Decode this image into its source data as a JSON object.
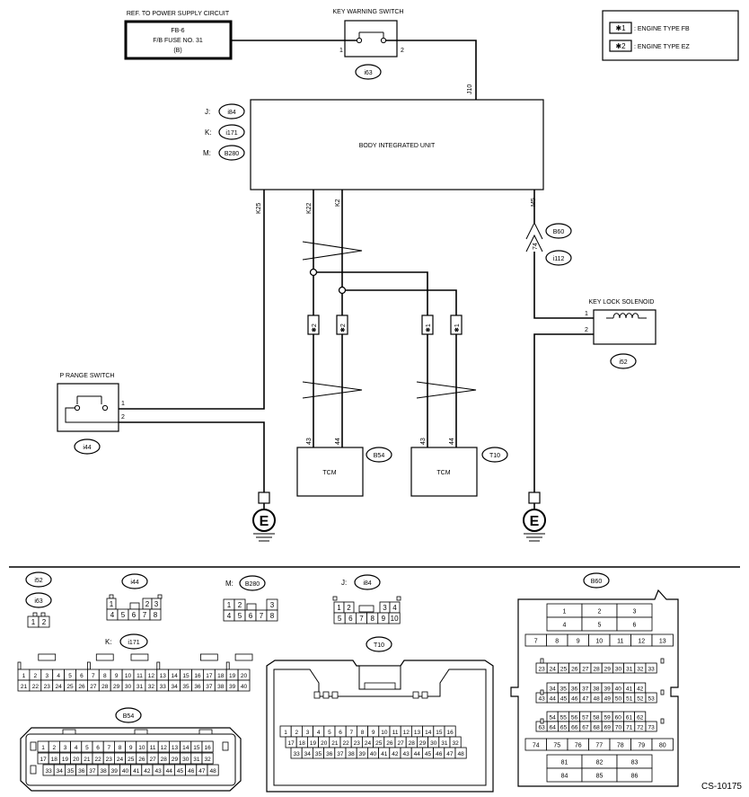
{
  "power_ref": {
    "header": "REF. TO POWER SUPPLY CIRCUIT",
    "line1": "FB-6",
    "line2": "F/B FUSE NO. 31",
    "line3": "(B)"
  },
  "key_warning_switch": {
    "label": "KEY WARNING SWITCH",
    "pin_left": "1",
    "pin_right": "2",
    "connector": "i63"
  },
  "legend": [
    {
      "mark": "✱1",
      "text": ": ENGINE TYPE FB"
    },
    {
      "mark": "✱2",
      "text": ": ENGINE TYPE EZ"
    }
  ],
  "biu": {
    "label": "BODY INTEGRATED UNIT",
    "connectors": [
      {
        "prefix": "J:",
        "id": "i84"
      },
      {
        "prefix": "K:",
        "id": "i171"
      },
      {
        "prefix": "M:",
        "id": "B280"
      }
    ],
    "pins": {
      "j10": "J10",
      "k25": "K25",
      "k22": "K22",
      "k2": "K2",
      "m5": "M5"
    }
  },
  "junction": {
    "pin": "74",
    "conn_top": "B60",
    "conn_bottom": "i112"
  },
  "key_lock_solenoid": {
    "label": "KEY LOCK SOLENOID",
    "pin1": "1",
    "pin2": "2",
    "connector": "i52"
  },
  "p_range_switch": {
    "label": "P RANGE SWITCH",
    "pin1": "1",
    "pin2": "2",
    "connector": "i44"
  },
  "stars": {
    "s1": "✱1",
    "s2": "✱2"
  },
  "tcm": [
    {
      "label": "TCM",
      "pin_a": "43",
      "pin_b": "44",
      "connector": "B54"
    },
    {
      "label": "TCM",
      "pin_a": "43",
      "pin_b": "44",
      "connector": "T10"
    }
  ],
  "ground": {
    "symbol": "E"
  },
  "connector_views": {
    "i52": "i52",
    "i63": {
      "label": "i63",
      "pins": [
        "1",
        "2"
      ]
    },
    "i44": {
      "label": "i44",
      "rows": [
        [
          "1",
          "2",
          "3"
        ],
        [
          "4",
          "5",
          "6",
          "7",
          "8"
        ]
      ]
    },
    "B280": {
      "prefix": "M:",
      "label": "B280",
      "rows": [
        [
          "1",
          "2",
          "3"
        ],
        [
          "4",
          "5",
          "6",
          "7",
          "8"
        ]
      ]
    },
    "i84": {
      "prefix": "J:",
      "label": "i84",
      "rows": [
        [
          "1",
          "2",
          "3",
          "4"
        ],
        [
          "5",
          "6",
          "7",
          "8",
          "9",
          "10"
        ]
      ]
    },
    "i171": {
      "prefix": "K:",
      "label": "i171"
    },
    "T10": "T10",
    "B54": "B54",
    "B60": {
      "label": "B60",
      "rows": [
        [
          "1",
          "2",
          "3"
        ],
        [
          "4",
          "5",
          "6"
        ],
        [
          "7",
          "8",
          "9",
          "10",
          "11",
          "12",
          "13"
        ],
        [
          "23",
          "24",
          "25",
          "26",
          "27",
          "28",
          "29",
          "30",
          "31",
          "32",
          "33"
        ],
        [
          "34",
          "35",
          "36",
          "37",
          "38",
          "39",
          "40",
          "41",
          "42"
        ],
        [
          "43",
          "44",
          "45",
          "46",
          "47",
          "48",
          "49",
          "50",
          "51",
          "52",
          "53"
        ],
        [
          "54",
          "55",
          "56",
          "57",
          "58",
          "59",
          "60",
          "61",
          "62"
        ],
        [
          "63",
          "64",
          "65",
          "66",
          "67",
          "68",
          "69",
          "70",
          "71",
          "72",
          "73"
        ],
        [
          "74",
          "75",
          "76",
          "77",
          "78",
          "79",
          "80"
        ],
        [
          "81",
          "82",
          "83"
        ],
        [
          "84",
          "85",
          "86"
        ]
      ]
    }
  },
  "figure_code": "CS-10175"
}
